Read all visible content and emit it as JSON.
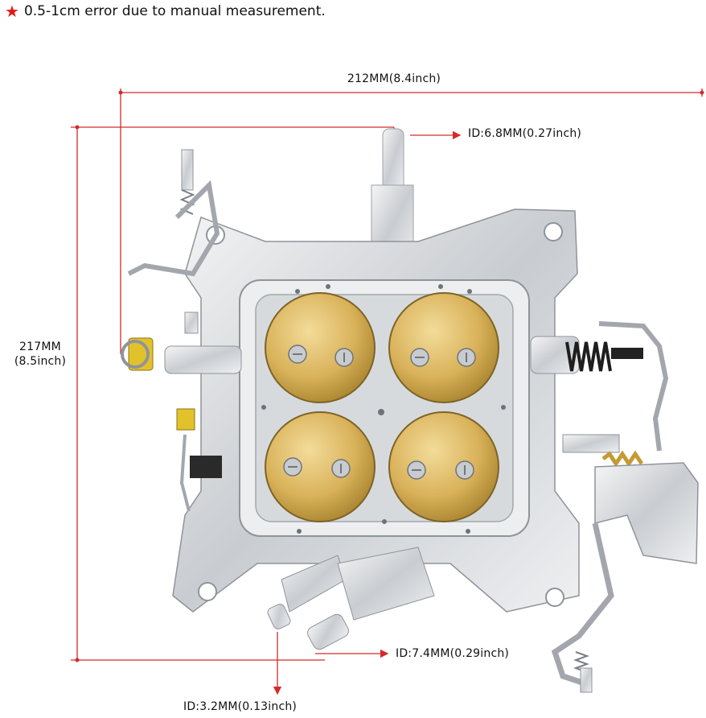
{
  "note": {
    "icon": "star-icon",
    "text": "0.5-1cm error due to manual measurement.",
    "icon_color": "#e01818"
  },
  "dimensions": {
    "width_label": "212MM(8.4inch)",
    "height_label_line1": "217MM",
    "height_label_line2": "(8.5inch)",
    "top_inlet_label": "ID:6.8MM(0.27inch)",
    "right_fitting_label": "ID:7.4MM(0.29inch)",
    "bottom_fitting_label": "ID:3.2MM(0.13inch)"
  },
  "colors": {
    "dimension_line": "#d42a2a",
    "body_metal": "#d9dbde",
    "throttle_plate": "#d9b25a"
  }
}
